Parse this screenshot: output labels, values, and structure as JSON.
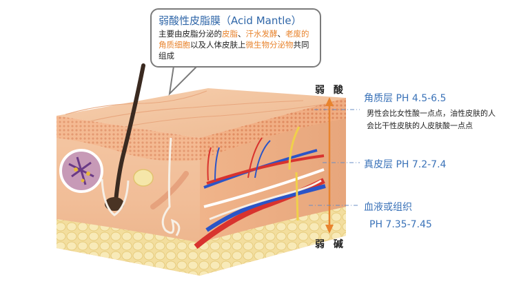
{
  "callout": {
    "title": "弱酸性皮脂膜（Acid Mantle）",
    "body_parts": [
      {
        "text": "主要由皮脂分泌的",
        "hl": false
      },
      {
        "text": "皮脂",
        "hl": true
      },
      {
        "text": "、",
        "hl": false
      },
      {
        "text": "汗水发酵",
        "hl": true
      },
      {
        "text": "、",
        "hl": false
      },
      {
        "text": "老废的角质细胞",
        "hl": true
      },
      {
        "text": "以及人体皮肤上",
        "hl": false
      },
      {
        "text": "微生物分泌物",
        "hl": true
      },
      {
        "text": "共同组成",
        "hl": false
      }
    ]
  },
  "scale": {
    "top": "弱 酸",
    "bottom": "弱 碱"
  },
  "layers": [
    {
      "name": "角质层 PH 4.5-6.5",
      "notes": [
        "男性会比女性酸一点点，油性皮肤的人",
        "会比干性皮肤的人皮肤酸一点点"
      ]
    },
    {
      "name": "真皮层 PH 7.2-7.4",
      "notes": []
    },
    {
      "name": "血液或组织",
      "notes": [
        "PH 7.35-7.45"
      ]
    }
  ],
  "colors": {
    "accent_blue": "#3a72b8",
    "highlight_orange": "#e8842e",
    "arrow_orange": "#e8842e"
  }
}
